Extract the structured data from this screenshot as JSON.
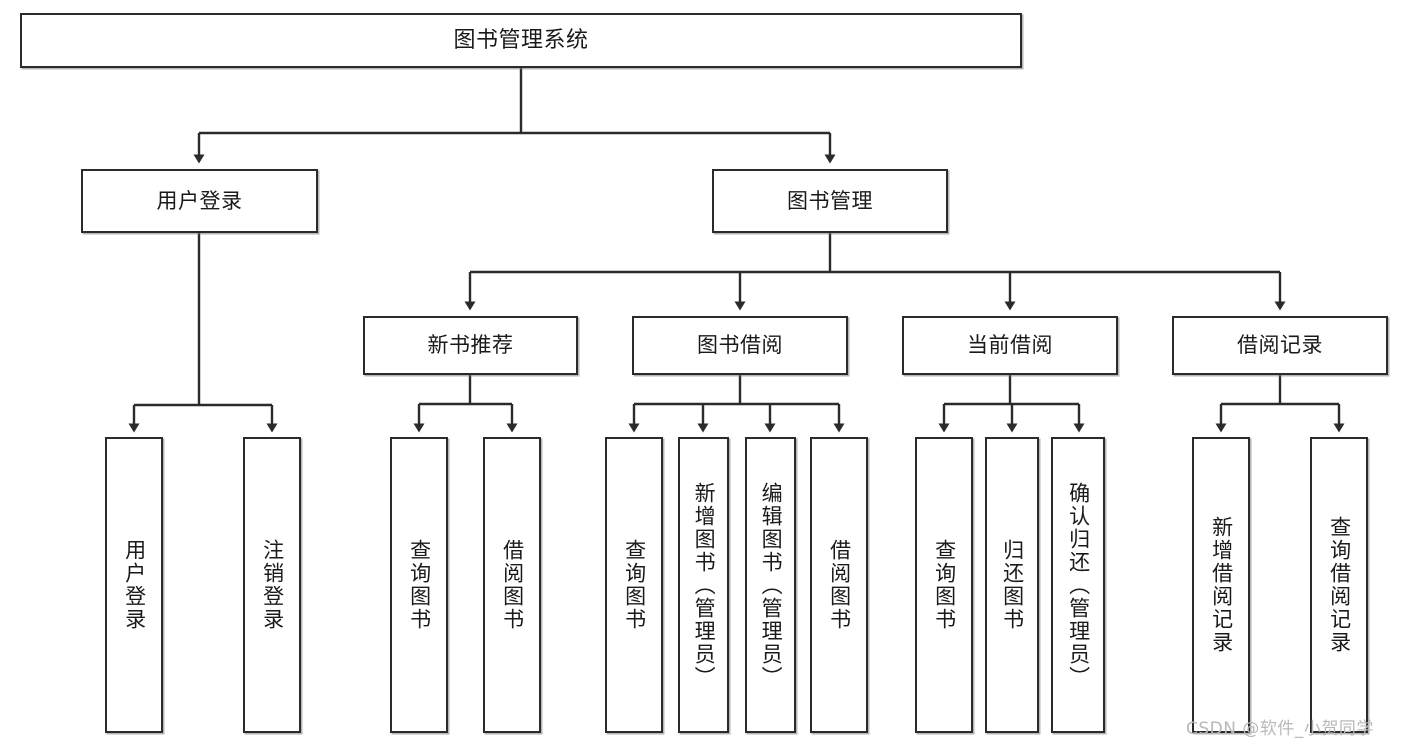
{
  "diagram": {
    "title": "图书管理系统",
    "watermark": "CSDN @软件_小贺同学",
    "colors": {
      "node_border": "#2b2b2b",
      "node_fill": "#ffffff",
      "edge": "#2b2b2b",
      "background": "#ffffff",
      "watermark": "#b9b9b9"
    },
    "nodes": {
      "root": {
        "label": "图书管理系统"
      },
      "level2": [
        {
          "label": "用户登录"
        },
        {
          "label": "图书管理"
        }
      ],
      "level3": [
        {
          "label": "新书推荐"
        },
        {
          "label": "图书借阅"
        },
        {
          "label": "当前借阅"
        },
        {
          "label": "借阅记录"
        }
      ],
      "leaves": {
        "user_login": [
          {
            "label": "用户登录"
          },
          {
            "label": "注销登录"
          }
        ],
        "new_book_recommend": [
          {
            "label": "查询图书"
          },
          {
            "label": "借阅图书"
          }
        ],
        "book_borrow": [
          {
            "label": "查询图书"
          },
          {
            "label": "新增图书（管理员）"
          },
          {
            "label": "编辑图书（管理员）"
          },
          {
            "label": "借阅图书"
          }
        ],
        "current_borrow": [
          {
            "label": "查询图书"
          },
          {
            "label": "归还图书"
          },
          {
            "label": "确认归还（管理员）"
          }
        ],
        "borrow_record": [
          {
            "label": "新增借阅记录"
          },
          {
            "label": "查询借阅记录"
          }
        ]
      }
    }
  }
}
